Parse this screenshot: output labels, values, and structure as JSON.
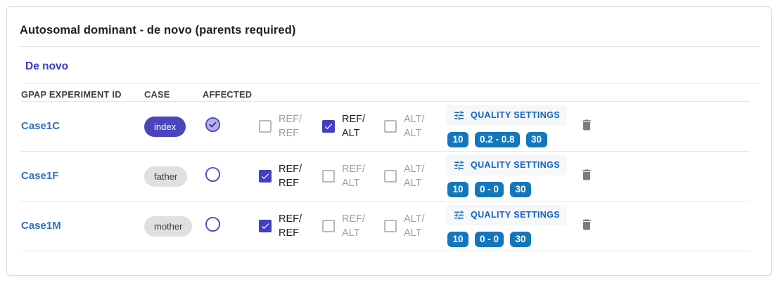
{
  "panel": {
    "title": "Autosomal dominant - de novo (parents required)",
    "subsection": "De novo"
  },
  "table": {
    "headers": [
      "GPAP EXPERIMENT ID",
      "CASE",
      "AFFECTED"
    ],
    "rows": [
      {
        "experiment_id": "Case1C",
        "case_role": "index",
        "affected": true,
        "genotypes": [
          {
            "label": "REF/\nREF",
            "checked": false
          },
          {
            "label": "REF/\nALT",
            "checked": true
          },
          {
            "label": "ALT/\nALT",
            "checked": false
          }
        ],
        "quality": {
          "button_label": "QUALITY SETTINGS",
          "chips": [
            "10",
            "0.2 - 0.8",
            "30"
          ]
        }
      },
      {
        "experiment_id": "Case1F",
        "case_role": "father",
        "affected": false,
        "genotypes": [
          {
            "label": "REF/\nREF",
            "checked": true
          },
          {
            "label": "REF/\nALT",
            "checked": false
          },
          {
            "label": "ALT/\nALT",
            "checked": false
          }
        ],
        "quality": {
          "button_label": "QUALITY SETTINGS",
          "chips": [
            "10",
            "0 - 0",
            "30"
          ]
        }
      },
      {
        "experiment_id": "Case1M",
        "case_role": "mother",
        "affected": false,
        "genotypes": [
          {
            "label": "REF/\nREF",
            "checked": true
          },
          {
            "label": "REF/\nALT",
            "checked": false
          },
          {
            "label": "ALT/\nALT",
            "checked": false
          }
        ],
        "quality": {
          "button_label": "QUALITY SETTINGS",
          "chips": [
            "10",
            "0 - 0",
            "30"
          ]
        }
      }
    ]
  },
  "icons": {
    "quality_settings": "tune-icon",
    "delete": "trash-icon",
    "affected_checked": "check-circle-icon",
    "affected_unchecked": "circle-outline-icon"
  },
  "colors": {
    "accent_indigo": "#4b45bd",
    "checkbox_indigo": "#4340bf",
    "link_blue": "#2e70c0",
    "quality_label_blue": "#1464c0",
    "quality_chip_blue": "#1377be",
    "role_chip_gray": "#e0e0e0",
    "subsection_indigo": "#3c3ac2"
  }
}
